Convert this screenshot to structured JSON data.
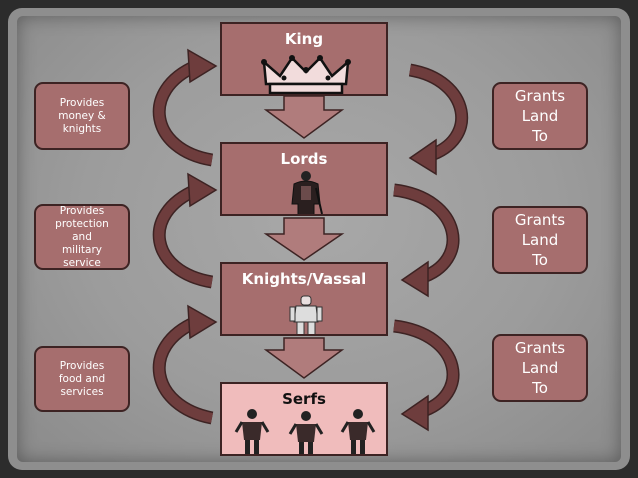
{
  "diagram": {
    "ranks": [
      {
        "label": "King",
        "icon": "crown-icon"
      },
      {
        "label": "Lords",
        "icon": "lord-figure-icon"
      },
      {
        "label": "Knights/Vassal",
        "icon": "armored-knight-icon"
      },
      {
        "label": "Serfs",
        "icon": "peasant-figures-icon"
      }
    ],
    "left_notes": [
      "Provides\nmoney &\nknights",
      "Provides\nprotection\nand\nmilitary\nservice",
      "Provides\nfood and\nservices"
    ],
    "right_notes": [
      "Grants\nLand\nTo",
      "Grants\nLand\nTo",
      "Grants\nLand\nTo"
    ],
    "colors": {
      "box_fill": "#a66e6e",
      "serfs_fill": "#f0bcbc",
      "arrow_fill": "#6e3d3d",
      "down_arrow_fill": "#b07c7c",
      "background": "#9c9c9c"
    }
  }
}
